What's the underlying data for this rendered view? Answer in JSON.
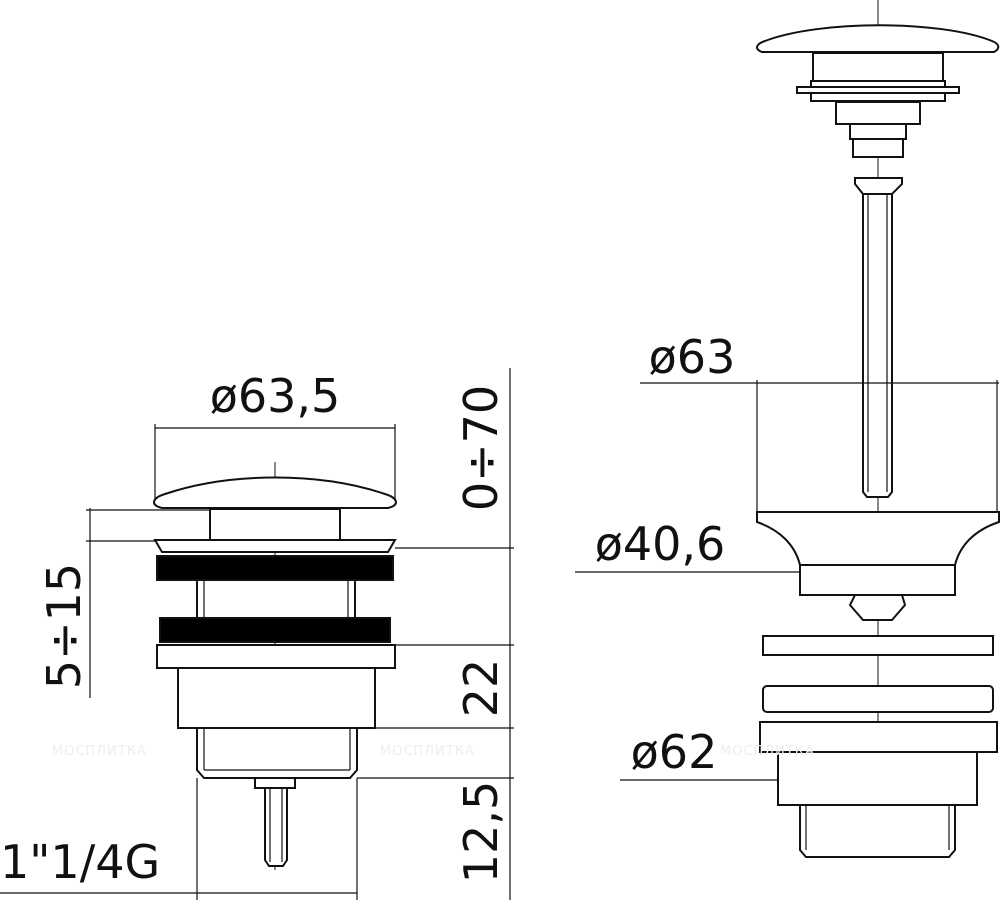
{
  "drawing": {
    "watermark": "МОСПЛИТКА",
    "left_view": {
      "dimensions": {
        "cap_diameter": "ø63,5",
        "lift_range": "0÷70",
        "basin_thickness": "5÷15",
        "nut_height": "22",
        "thread_length": "12,5",
        "thread_size": "1\"1/4G"
      }
    },
    "right_view": {
      "dimensions": {
        "cap_diameter": "ø63",
        "flange_inner_diameter": "ø40,6",
        "body_diameter": "ø62"
      }
    }
  }
}
